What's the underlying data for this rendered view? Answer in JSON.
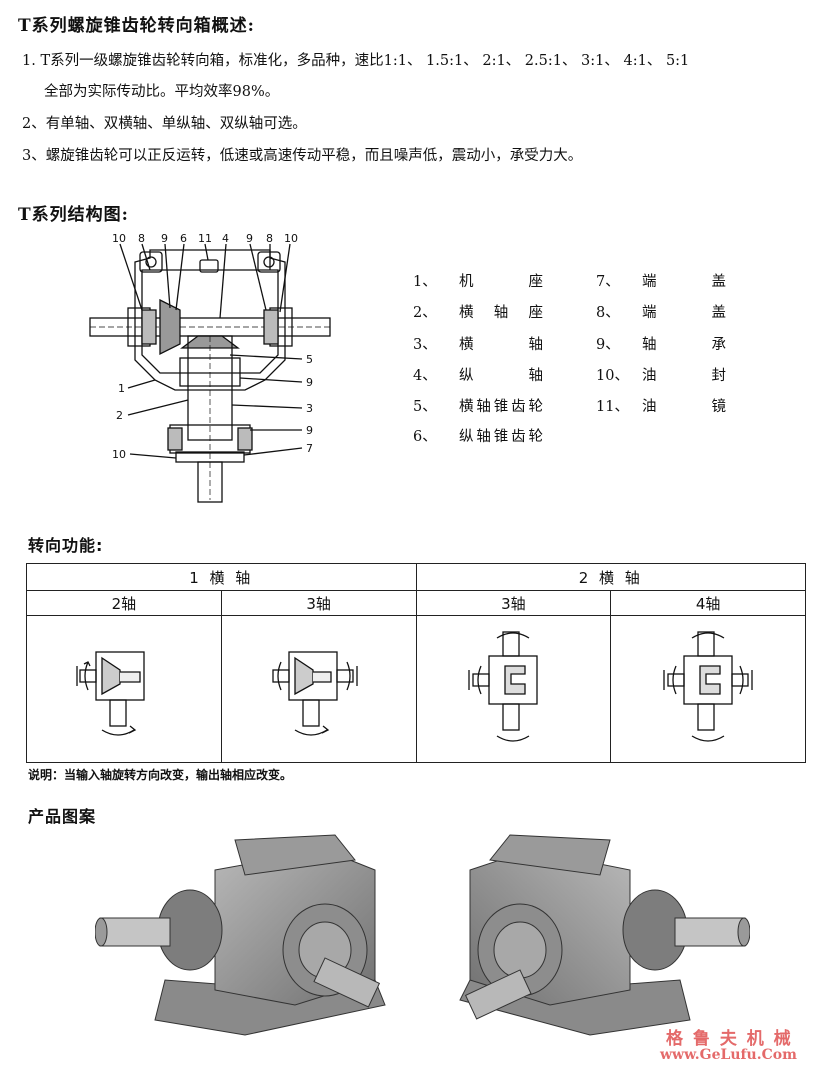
{
  "overview": {
    "title": "T系列螺旋锥齿轮转向箱概述:",
    "item1_line1": "1.  T系列一级螺旋锥齿轮转向箱，标准化，多品种，速比1:1、 1.5:1、 2:1、 2.5:1、 3:1、 4:1、 5:1",
    "item1_line2": "全部为实际传动比。平均效率98%。",
    "item2": "2、有单轴、双横轴、单纵轴、双纵轴可选。",
    "item3": "3、螺旋锥齿轮可以正反运转，低速或高速传动平稳，而且噪声低，震动小，承受力大。"
  },
  "structure": {
    "title": "T系列结构图:",
    "callouts_top": [
      "10",
      "8",
      "9",
      "6",
      "11",
      "4",
      "9",
      "8",
      "10"
    ],
    "callouts_right": [
      "5",
      "9",
      "3",
      "9",
      "7"
    ],
    "callouts_left": [
      "1",
      "2",
      "10"
    ],
    "legend": [
      {
        "num": "1、",
        "text": "机座"
      },
      {
        "num": "2、",
        "text": "横轴座"
      },
      {
        "num": "3、",
        "text": "横轴"
      },
      {
        "num": "4、",
        "text": "纵轴"
      },
      {
        "num": "5、",
        "text": "横轴锥齿轮"
      },
      {
        "num": "6、",
        "text": "纵轴锥齿轮"
      },
      {
        "num": "7、",
        "text": "端盖"
      },
      {
        "num": "8、",
        "text": "端盖"
      },
      {
        "num": "9、",
        "text": "轴承"
      },
      {
        "num": "10、",
        "text": "油封"
      },
      {
        "num": "11、",
        "text": "油镜"
      }
    ]
  },
  "steering": {
    "title": "转向功能:",
    "group1": "1 横 轴",
    "group2": "2 横 轴",
    "col1": "2轴",
    "col2": "3轴",
    "col3": "3轴",
    "col4": "4轴",
    "note": "说明：当输入轴旋转方向改变，输出轴相应改变。"
  },
  "product": {
    "title": "产品图案"
  },
  "watermark": {
    "line1": "格 鲁 夫 机 械",
    "line2": "www.GeLufu.Com"
  }
}
